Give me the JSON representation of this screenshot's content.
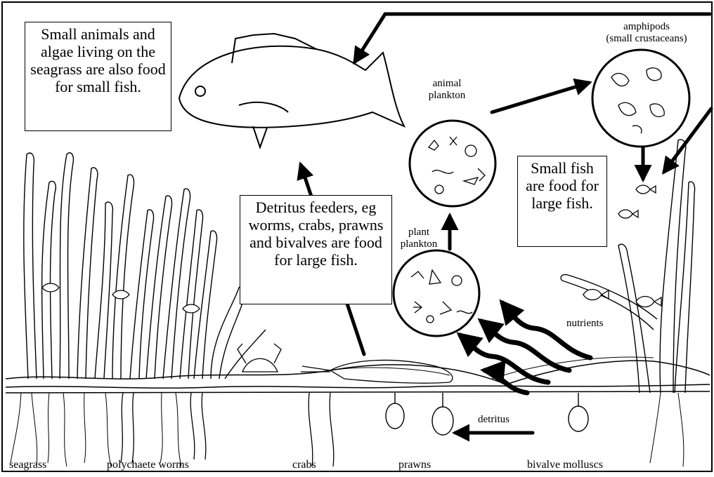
{
  "boxes": {
    "small_animals": "Small animals and algae living on the seagrass are also food for small fish.",
    "detritus_feeders": "Detritus feeders, eg worms, crabs, prawns and bivalves are food for large fish.",
    "small_fish": "Small fish are food for large fish."
  },
  "labels": {
    "amphipods": "amphipods",
    "amphipods_sub": "(small crustaceans)",
    "animal_plankton_1": "animal",
    "animal_plankton_2": "plankton",
    "plant_plankton_1": "plant",
    "plant_plankton_2": "plankton",
    "nutrients": "nutrients",
    "detritus": "detritus"
  },
  "bottom_labels": {
    "seagrass": "seagrass",
    "polychaete_worms": "polychaete worms",
    "crabs": "crabs",
    "prawns": "prawns",
    "bivalve_molluscs": "bivalve molluscs"
  }
}
